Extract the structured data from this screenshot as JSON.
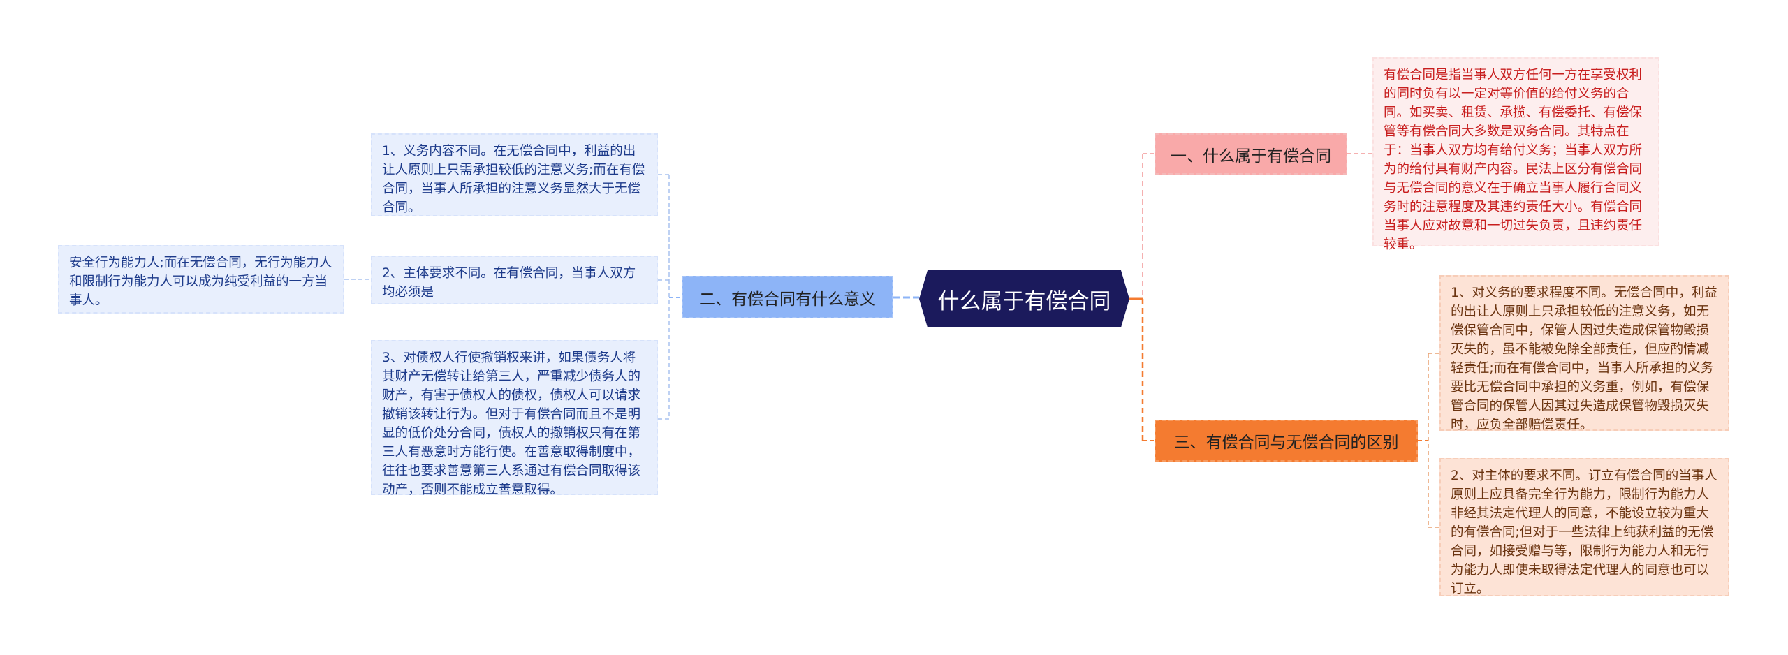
{
  "center": {
    "label": "什么属于有偿合同"
  },
  "branches": {
    "one": {
      "label": "一、什么属于有偿合同",
      "color": "#f9a9a9",
      "detail": "有偿合同是指当事人双方任何一方在享受权利的同时负有以一定对等价值的给付义务的合同。如买卖、租赁、承揽、有偿委托、有偿保管等有偿合同大多数是双务合同。其特点在于：当事人双方均有给付义务；当事人双方所为的给付具有财产内容。民法上区分有偿合同与无偿合同的意义在于确立当事人履行合同义务时的注意程度及其违约责任大小。有偿合同当事人应对故意和一切过失负责，且违约责任较重。"
    },
    "two": {
      "label": "二、有偿合同有什么意义",
      "color": "#8db4f7",
      "items": [
        "1、义务内容不同。在无偿合同中，利益的出让人原则上只需承担较低的注意义务;而在有偿合同，当事人所承担的注意义务显然大于无偿合同。",
        "2、主体要求不同。在有偿合同，当事人双方均必须是",
        "3、对债权人行使撤销权来讲，如果债务人将其财产无偿转让给第三人，严重减少债务人的财产，有害于债权人的债权，债权人可以请求撤销该转让行为。但对于有偿合同而且不是明显的低价处分合同，债权人的撤销权只有在第三人有恶意时方能行使。在善意取得制度中，往往也要求善意第三人系通过有偿合同取得该动产，否则不能成立善意取得。"
      ],
      "sub_item": "安全行为能力人;而在无偿合同，无行为能力人和限制行为能力人可以成为纯受利益的一方当事人。"
    },
    "three": {
      "label": "三、有偿合同与无偿合同的区别",
      "color": "#f47b30",
      "items": [
        "1、对义务的要求程度不同。无偿合同中，利益的出让人原则上只承担较低的注意义务，如无偿保管合同中，保管人因过失造成保管物毁损灭失的，虽不能被免除全部责任，但应酌情减轻责任;而在有偿合同中，当事人所承担的义务要比无偿合同中承担的义务重，例如，有偿保管合同的保管人因其过失造成保管物毁损灭失时，应负全部赔偿责任。",
        "2、对主体的要求不同。订立有偿合同的当事人原则上应具备完全行为能力，限制行为能力人非经其法定代理人的同意，不能设立较为重大的有偿合同;但对于一些法律上纯获利益的无偿合同，如接受赠与等，限制行为能力人和无行为能力人即使未取得法定代理人的同意也可以订立。"
      ]
    }
  }
}
